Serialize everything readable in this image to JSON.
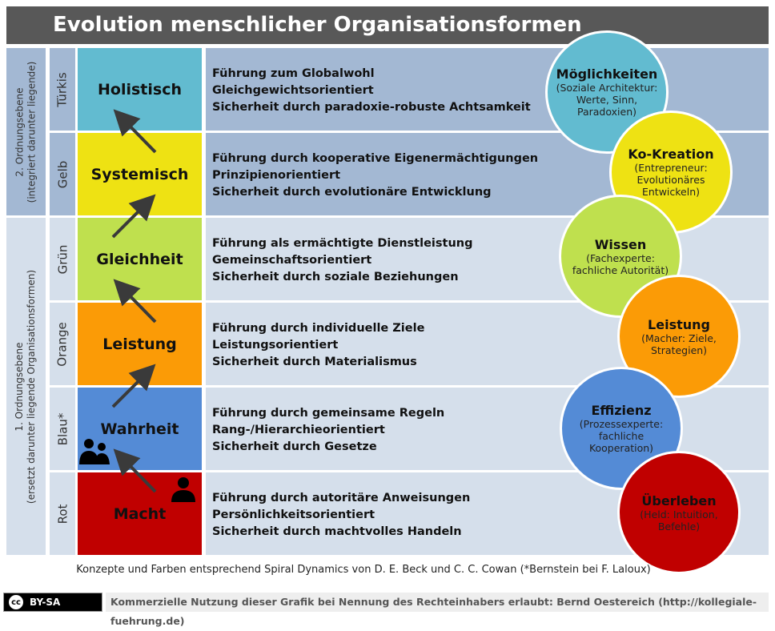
{
  "title": "Evolution menschlicher Organisationsformen",
  "levels": [
    {
      "label": "2. Ordnungsebene",
      "sub": "(integriert darunter liegende)"
    },
    {
      "label": "1. Ordnungsebene",
      "sub": "(ersetzt darunter liegende Organisationsformen)"
    }
  ],
  "rows": [
    {
      "color_name": "Türkis",
      "stage": "Holistisch",
      "color": "#62bbd0",
      "lines": [
        "Führung zum Globalwohl",
        "Gleichgewichtsorientiert",
        "Sicherheit durch paradoxie-robuste Achtsamkeit"
      ]
    },
    {
      "color_name": "Gelb",
      "stage": "Systemisch",
      "color": "#eee213",
      "lines": [
        "Führung durch kooperative Eigenermächtigungen",
        "Prinzipienorientiert",
        "Sicherheit durch evolutionäre Entwicklung"
      ]
    },
    {
      "color_name": "Grün",
      "stage": "Gleichheit",
      "color": "#bfe04e",
      "lines": [
        "Führung als ermächtigte Dienstleistung",
        "Gemeinschaftsorientiert",
        "Sicherheit durch soziale Beziehungen"
      ]
    },
    {
      "color_name": "Orange",
      "stage": "Leistung",
      "color": "#fb9b06",
      "lines": [
        "Führung durch individuelle Ziele",
        "Leistungsorientiert",
        "Sicherheit durch Materialismus"
      ]
    },
    {
      "color_name": "Blau*",
      "stage": "Wahrheit",
      "color": "#548bd6",
      "lines": [
        "Führung durch gemeinsame Regeln",
        "Rang-/Hierarchieorientiert",
        "Sicherheit durch Gesetze"
      ]
    },
    {
      "color_name": "Rot",
      "stage": "Macht",
      "color": "#c00000",
      "lines": [
        "Führung durch autoritäre Anweisungen",
        "Persönlichkeitsorientiert",
        "Sicherheit durch machtvolles Handeln"
      ]
    }
  ],
  "circles": [
    {
      "title": "Möglichkeiten",
      "text": "(Soziale Architektur: Werte, Sinn, Paradoxien)",
      "color": "#62bbd0"
    },
    {
      "title": "Ko-Kreation",
      "text": "(Entrepreneur: Evolutionäres Entwickeln)",
      "color": "#eee213"
    },
    {
      "title": "Wissen",
      "text": "(Fachexperte: fachliche Autorität)",
      "color": "#bfe04e"
    },
    {
      "title": "Leistung",
      "text": "(Macher: Ziele, Strategien)",
      "color": "#fb9b06"
    },
    {
      "title": "Effizienz",
      "text": "(Prozessexperte: fachliche Kooperation)",
      "color": "#548bd6"
    },
    {
      "title": "Überleben",
      "text": "(Held: Intuition, Befehle)",
      "color": "#c00000"
    }
  ],
  "note": "Konzepte und Farben entsprechend Spiral Dynamics von D. E. Beck und C. C. Cowan (*Bernstein bei F. Laloux)",
  "license": {
    "cc": "cc",
    "badge": "BY-SA",
    "text": "Kommerzielle Nutzung dieser Grafik bei Nennung des Rechteinhabers erlaubt: Bernd Oestereich (http://kollegiale-fuehrung.de)"
  }
}
